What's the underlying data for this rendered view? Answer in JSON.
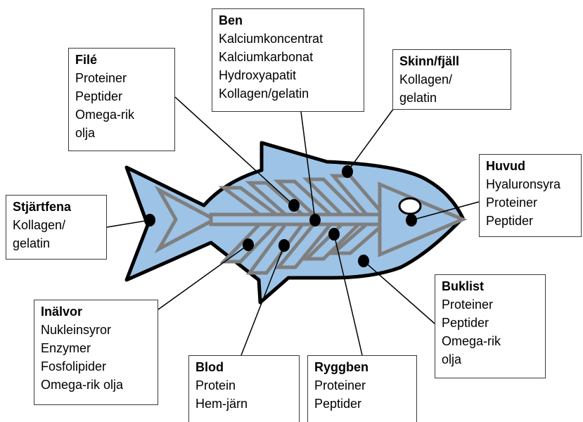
{
  "diagram": {
    "fish_color": "#9dc3e6",
    "outline_color": "#000000",
    "skeleton_fill": "#7f7f7f",
    "skeleton_inner": "#9dc3e6",
    "labels": {
      "ben": {
        "title": "Ben",
        "items": [
          "Kalciumkoncentrat",
          "Kalciumkarbonat",
          "Hydroxyapatit",
          "Kollagen/gelatin"
        ]
      },
      "file": {
        "title": "Filé",
        "items": [
          "Proteiner",
          "Peptider",
          "Omega-rik",
          "olja"
        ]
      },
      "skinn": {
        "title": "Skinn/fjäll",
        "items": [
          "Kollagen/",
          "gelatin"
        ]
      },
      "huvud": {
        "title": "Huvud",
        "items": [
          "Hyaluronsyra",
          "Proteiner",
          "Peptider"
        ]
      },
      "stjartfena": {
        "title": "Stjärtfena",
        "items": [
          "Kollagen/",
          "gelatin"
        ]
      },
      "buklist": {
        "title": "Buklist",
        "items": [
          "Proteiner",
          "Peptider",
          "Omega-rik",
          "olja"
        ]
      },
      "inalvor": {
        "title": "Inälvor",
        "items": [
          "Nukleinsyror",
          "Enzymer",
          "Fosfolipider",
          "Omega-rik olja"
        ]
      },
      "blod": {
        "title": "Blod",
        "items": [
          "Protein",
          "Hem-järn"
        ]
      },
      "ryggben": {
        "title": "Ryggben",
        "items": [
          "Proteiner",
          "Peptider"
        ]
      }
    }
  }
}
